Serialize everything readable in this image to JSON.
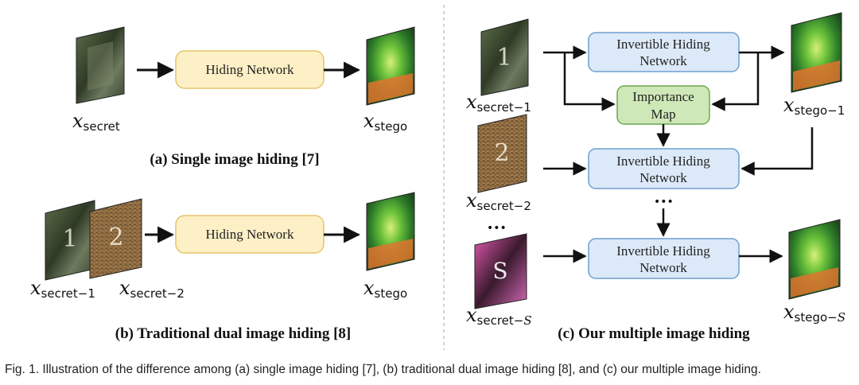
{
  "colors": {
    "hiding_box_fill": "#fdf0c6",
    "hiding_box_stroke": "#e6c46c",
    "invertible_box_fill": "#dce9f8",
    "invertible_box_stroke": "#6f9fd0",
    "importance_box_fill": "#cfe8b8",
    "importance_box_stroke": "#6ca84f",
    "divider": "#b4b4b4"
  },
  "panel_a": {
    "box_label": "Hiding Network",
    "title": "(a) Single image hiding [7]",
    "secret_var": "x",
    "secret_sub": "secret",
    "stego_var": "x",
    "stego_sub": "stego"
  },
  "panel_b": {
    "box_label": "Hiding Network",
    "title": "(b) Traditional dual image hiding [8]",
    "secret1_var": "x",
    "secret1_sub": "secret−1",
    "secret2_var": "x",
    "secret2_sub": "secret−2",
    "stego_var": "x",
    "stego_sub": "stego",
    "image_marks": [
      "1",
      "2"
    ]
  },
  "panel_c": {
    "title": "(c) Our multiple image hiding",
    "inv1_line1": "Invertible Hiding",
    "inv1_line2": "Network",
    "inv2_line1": "Invertible Hiding",
    "inv2_line2": "Network",
    "inv3_line1": "Invertible Hiding",
    "inv3_line2": "Network",
    "importance_line1": "Importance",
    "importance_line2": "Map",
    "secret1_var": "x",
    "secret1_sub": "secret−1",
    "secret2_var": "x",
    "secret2_sub": "secret−2",
    "secretS_var": "x",
    "secretS_sub_text": "secret−",
    "secretS_sub_italic": "S",
    "stego1_var": "x",
    "stego1_sub": "stego−1",
    "stegoS_var": "x",
    "stegoS_sub_text": "stego−",
    "stegoS_sub_italic": "S",
    "dots_vertical": "•••",
    "dots_mid": "•••",
    "image_marks": [
      "1",
      "2",
      "S"
    ]
  },
  "caption": "Fig. 1. Illustration of the difference among (a) single image hiding [7], (b) traditional dual image hiding [8], and (c) our multiple image hiding."
}
